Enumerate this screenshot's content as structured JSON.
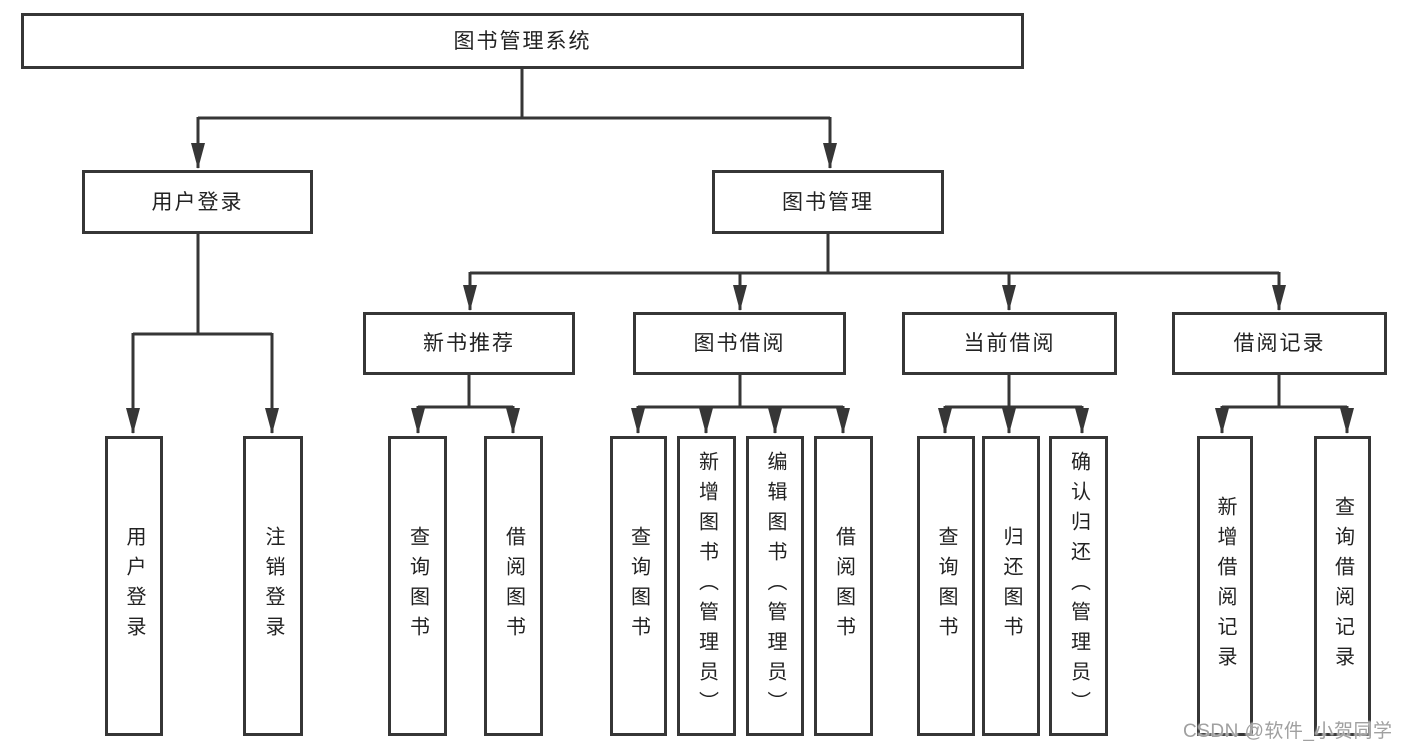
{
  "diagram": {
    "tree": {
      "root": {
        "label": "图书管理系统",
        "children": [
          {
            "label": "用户登录",
            "children": [
              {
                "label": "用户登录"
              },
              {
                "label": "注销登录"
              }
            ]
          },
          {
            "label": "图书管理",
            "children": [
              {
                "label": "新书推荐",
                "children": [
                  {
                    "label": "查询图书"
                  },
                  {
                    "label": "借阅图书"
                  }
                ]
              },
              {
                "label": "图书借阅",
                "children": [
                  {
                    "label": "查询图书"
                  },
                  {
                    "label": "新增图书（管理员）"
                  },
                  {
                    "label": "编辑图书（管理员）"
                  },
                  {
                    "label": "借阅图书"
                  }
                ]
              },
              {
                "label": "当前借阅",
                "children": [
                  {
                    "label": "查询图书"
                  },
                  {
                    "label": "归还图书"
                  },
                  {
                    "label": "确认归还（管理员）"
                  }
                ]
              },
              {
                "label": "借阅记录",
                "children": [
                  {
                    "label": "新增借阅记录"
                  },
                  {
                    "label": "查询借阅记录"
                  }
                ]
              }
            ]
          }
        ]
      }
    },
    "watermark": "CSDN @软件_小贺同学",
    "colors": {
      "line": "#363636",
      "box_border": "#363636",
      "text": "#222222",
      "watermark": "#a0a0a0",
      "background": "#ffffff"
    }
  }
}
